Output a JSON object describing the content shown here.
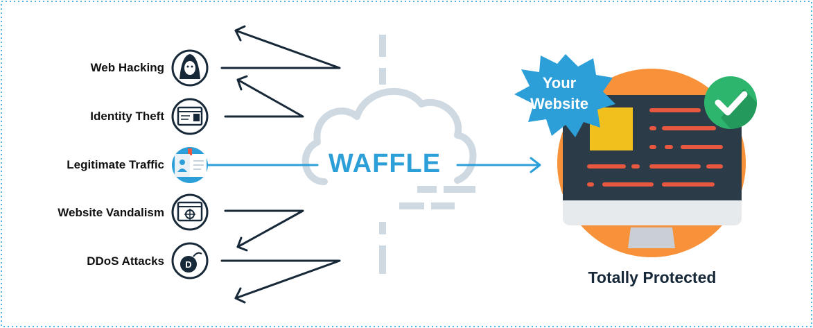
{
  "colors": {
    "border": "#4db3e6",
    "dark": "#172838",
    "accent_blue": "#2d9fd8",
    "cloud": "#cfd9e2",
    "orange": "#f7923a",
    "monitor_dark": "#2b3c48",
    "code_red": "#e8573f",
    "check_green": "#2db56e",
    "yellow_block": "#f2c01d"
  },
  "threats": [
    {
      "label": "Web Hacking",
      "icon": "hacker-icon",
      "blocked": true
    },
    {
      "label": "Identity Theft",
      "icon": "id-card-icon",
      "blocked": true
    },
    {
      "label": "Legitimate Traffic",
      "icon": "user-badge-icon",
      "blocked": false
    },
    {
      "label": "Website Vandalism",
      "icon": "target-icon",
      "blocked": true
    },
    {
      "label": "DDoS Attacks",
      "icon": "bomb-icon",
      "blocked": true
    }
  ],
  "firewall": {
    "name": "WAFFLE",
    "icon": "cloud-firewall-icon"
  },
  "website": {
    "badge_line1": "Your",
    "badge_line2": "Website",
    "status": "Totally Protected",
    "icons": [
      "monitor-icon",
      "checkmark-icon",
      "starburst-badge-icon"
    ]
  }
}
